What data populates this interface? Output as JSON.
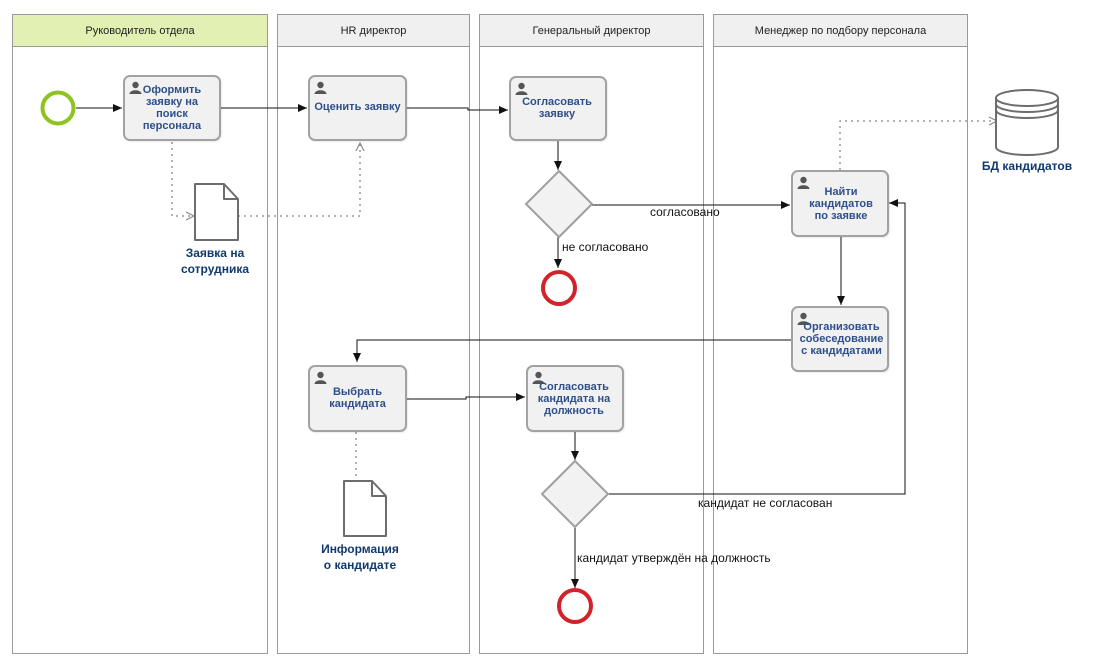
{
  "lanes": [
    {
      "name": "Руководитель отдела"
    },
    {
      "name": "HR директор"
    },
    {
      "name": "Генеральный директор"
    },
    {
      "name": "Менеджер по подбору персонала"
    }
  ],
  "tasks": {
    "request": "Оформить заявку на поиск персонала",
    "evaluate": "Оценить заявку",
    "approve_request": "Согласовать заявку",
    "find": "Найти кандидатов по заявке",
    "interview": "Организовать собеседование с кандидатами",
    "choose": "Выбрать кандидата",
    "approve_candidate": "Согласовать кандидата на должность"
  },
  "artifacts": {
    "request_doc": {
      "line1": "Заявка на",
      "line2": "сотрудника"
    },
    "candidate_info": {
      "line1": "Информация",
      "line2": "о кандидате"
    },
    "candidates_db": "БД кандидатов"
  },
  "flow_labels": {
    "approved": "согласовано",
    "not_approved": "не согласовано",
    "candidate_rejected": "кандидат не согласован",
    "candidate_approved": "кандидат утверждён на должность"
  },
  "colors": {
    "start_event": "#8fc31f",
    "end_event": "#d2232a",
    "lane_header_active": "#e2f0b4",
    "task_text": "#2e4f8a",
    "artifact_text": "#12396e"
  }
}
